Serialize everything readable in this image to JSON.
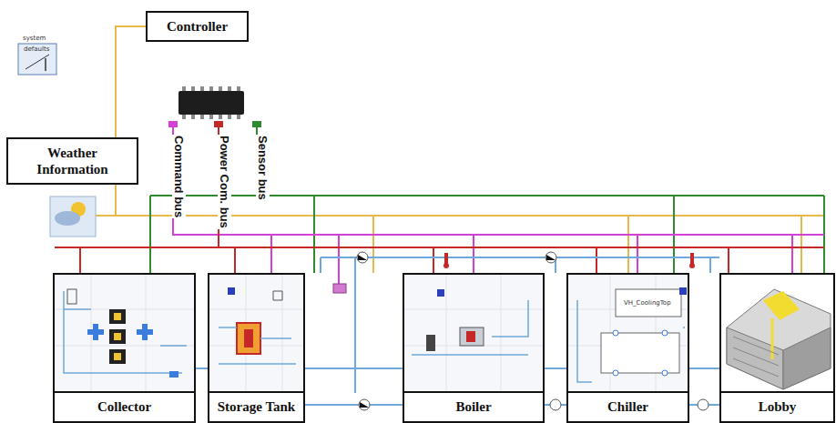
{
  "diagram": {
    "nodes": [
      {
        "text": [
          "Controller"
        ]
      },
      {
        "text": [
          "Weather Information"
        ]
      },
      {
        "text": [
          "Collector"
        ]
      },
      {
        "text": [
          "Storage Tank"
        ]
      },
      {
        "text": [
          "Boiler"
        ]
      },
      {
        "text": [
          "Chiller"
        ]
      },
      {
        "text": [
          "Lobby"
        ]
      }
    ],
    "edges": [
      {
        "from": 2,
        "to": 3,
        "arrow": "none"
      },
      {
        "from": 3,
        "to": 4,
        "arrow": "none"
      },
      {
        "from": 4,
        "to": 5,
        "arrow": "none"
      },
      {
        "from": 5,
        "to": 6,
        "arrow": "none"
      }
    ],
    "labels": [
      "system",
      "defaults",
      "Command bus",
      "Power Com. bus",
      "Sensor bus",
      "VH_CoolingTop"
    ]
  }
}
